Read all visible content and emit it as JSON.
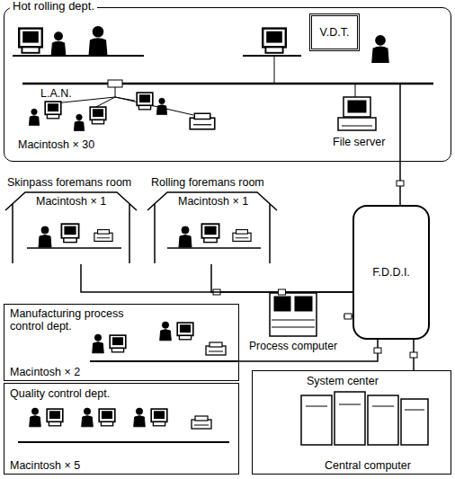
{
  "diagram": {
    "nodes": [
      {
        "text": [
          "Hot rolling dept."
        ]
      },
      {
        "text": [
          "V.D.T."
        ],
        "in": 0
      },
      {
        "text": [
          "Skinpass foremans room",
          "Macintosh × 1"
        ]
      },
      {
        "text": [
          "Rolling foremans room",
          "Macintosh × 1"
        ]
      },
      {
        "text": [
          "F.D.D.I."
        ]
      },
      {
        "text": [
          "Manufacturing process control dept.",
          "Macintosh × 2"
        ]
      },
      {
        "text": [
          "Quality control dept.",
          "Macintosh × 5"
        ]
      },
      {
        "text": [
          "Process computer"
        ]
      },
      {
        "text": [
          "System center",
          "Central computer"
        ]
      }
    ],
    "edges": [
      {
        "from": 0,
        "to": 4,
        "arrow": "none"
      },
      {
        "from": 2,
        "to": 4,
        "arrow": "none"
      },
      {
        "from": 3,
        "to": 4,
        "arrow": "none"
      },
      {
        "from": 5,
        "to": 4,
        "arrow": "none"
      },
      {
        "from": 7,
        "to": 4,
        "arrow": "none"
      },
      {
        "from": 8,
        "to": 4,
        "arrow": "none"
      }
    ],
    "labels": [
      "L.A.N.",
      "Macintosh × 30",
      "File server"
    ]
  }
}
